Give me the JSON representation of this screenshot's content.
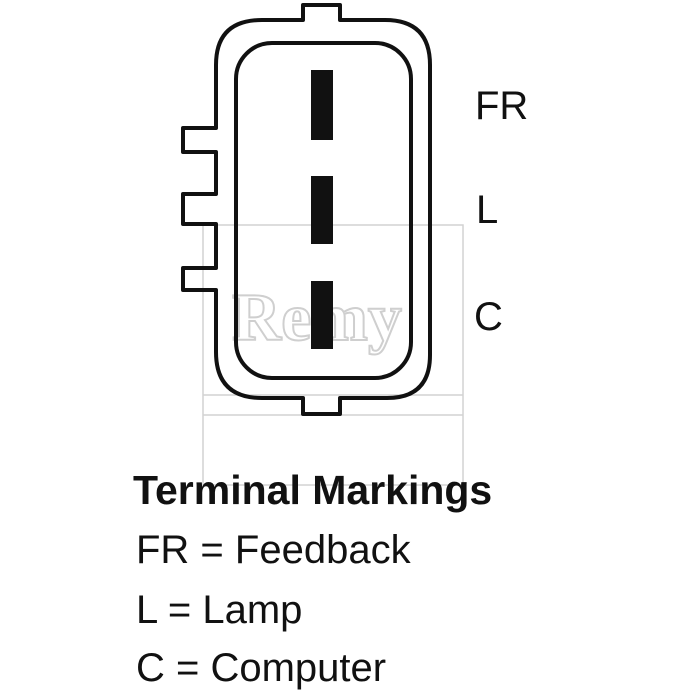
{
  "connector": {
    "terminals": [
      {
        "code": "FR"
      },
      {
        "code": "L"
      },
      {
        "code": "C"
      }
    ]
  },
  "watermark": {
    "text": "Remy"
  },
  "legend": {
    "title": "Terminal Markings",
    "items": [
      "FR = Feedback",
      "L = Lamp",
      "C = Computer"
    ]
  },
  "colors": {
    "line": "#111111",
    "watermark": "#c8c8c8",
    "background": "#ffffff"
  }
}
